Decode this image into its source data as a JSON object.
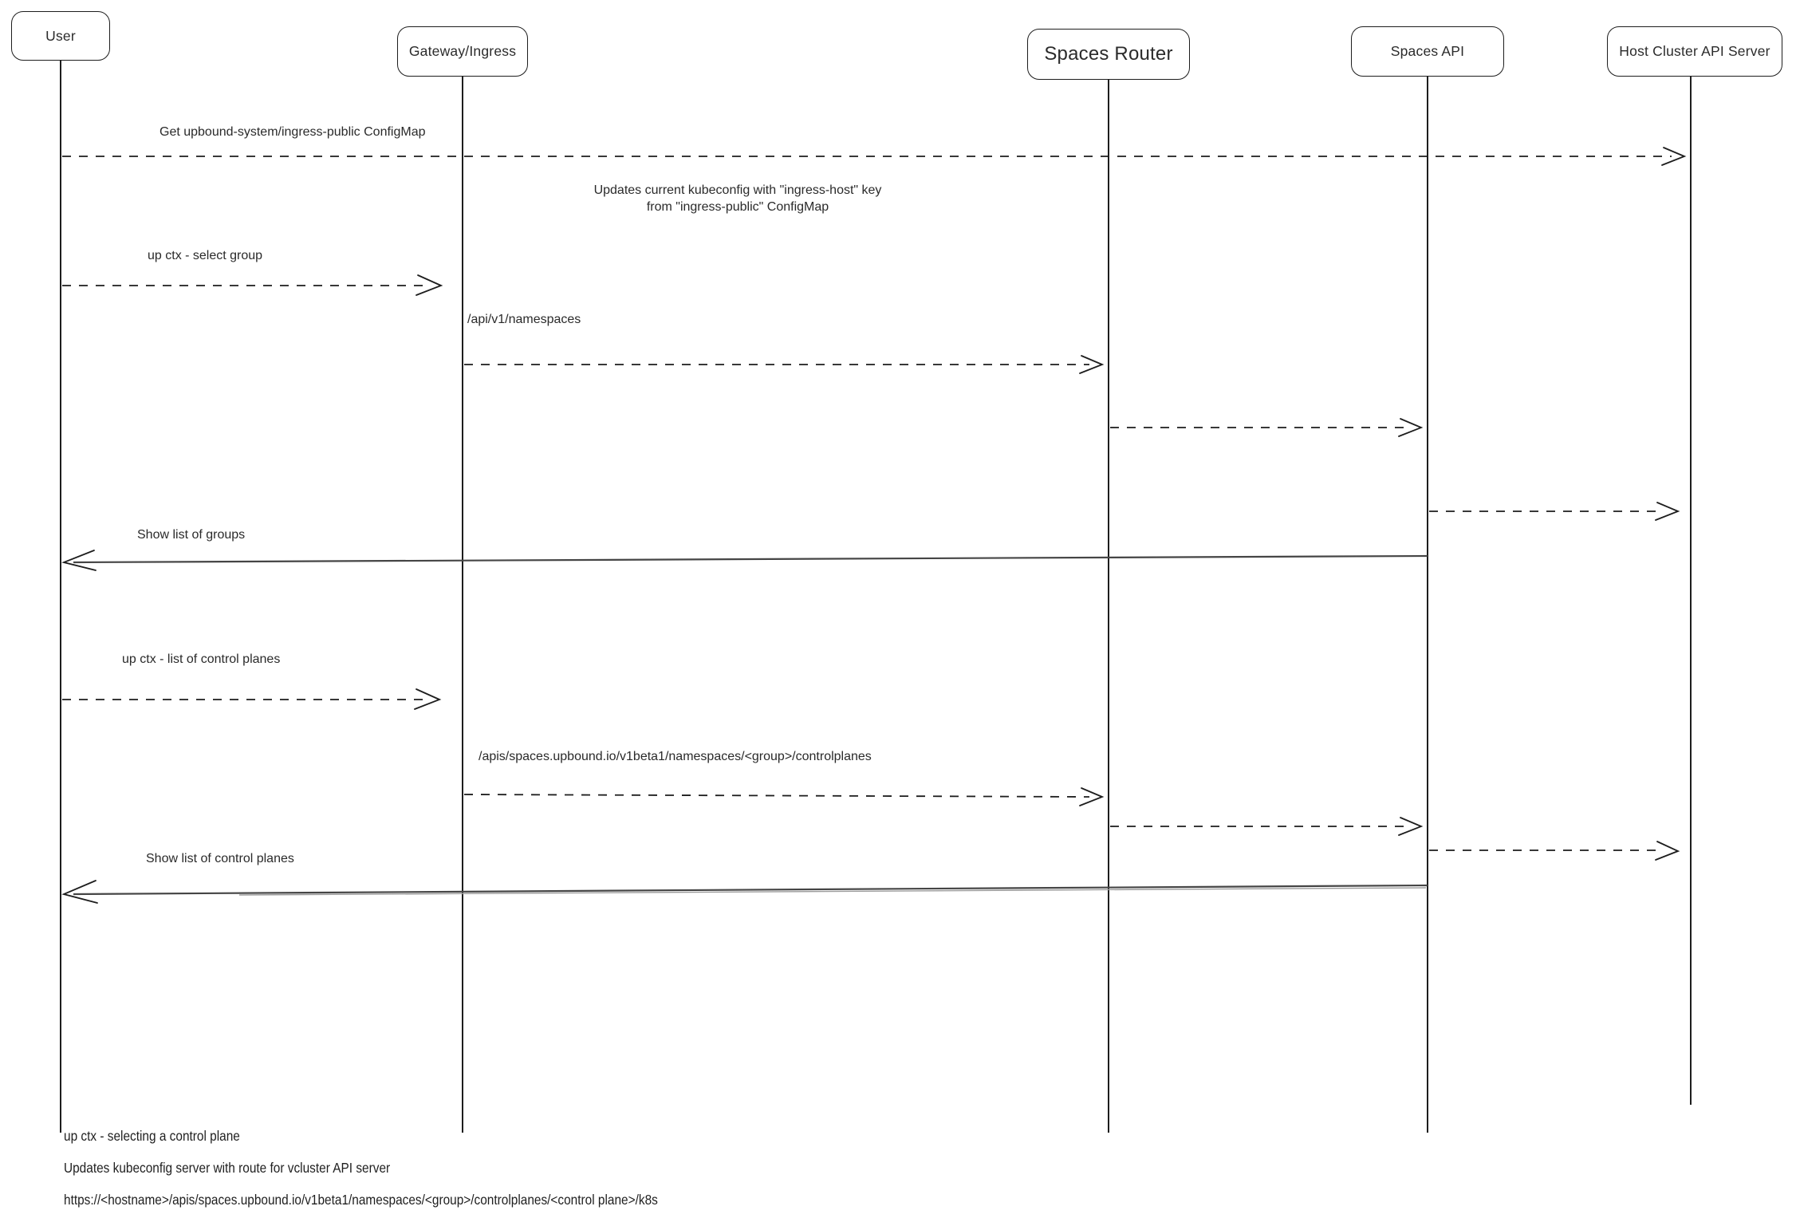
{
  "diagram": {
    "actors": [
      {
        "id": "user",
        "label": "User"
      },
      {
        "id": "gateway",
        "label": "Gateway/Ingress"
      },
      {
        "id": "spaces-router",
        "label": "Spaces Router"
      },
      {
        "id": "spaces-api",
        "label": "Spaces API"
      },
      {
        "id": "host-cluster",
        "label": "Host Cluster API Server"
      }
    ],
    "messages": [
      {
        "label": "Get upbound-system/ingress-public ConfigMap",
        "from": "user",
        "to": "host-cluster",
        "style": "dashed"
      },
      {
        "type": "note",
        "label": "Updates current kubeconfig with \"ingress-host\" key\nfrom \"ingress-public\" ConfigMap"
      },
      {
        "label": "up ctx - select group",
        "from": "user",
        "to": "gateway",
        "style": "dashed"
      },
      {
        "label": "/api/v1/namespaces",
        "from": "gateway",
        "to": "spaces-router",
        "style": "dashed"
      },
      {
        "label": "",
        "from": "spaces-router",
        "to": "spaces-api",
        "style": "dashed"
      },
      {
        "label": "",
        "from": "spaces-api",
        "to": "host-cluster",
        "style": "dashed"
      },
      {
        "label": "Show list of groups",
        "from": "spaces-api",
        "to": "user",
        "style": "solid"
      },
      {
        "label": "up ctx - list of control planes",
        "from": "user",
        "to": "gateway",
        "style": "dashed"
      },
      {
        "label": "/apis/spaces.upbound.io/v1beta1/namespaces/<group>/controlplanes",
        "from": "gateway",
        "to": "spaces-router",
        "style": "dashed"
      },
      {
        "label": "",
        "from": "spaces-router",
        "to": "spaces-api",
        "style": "dashed"
      },
      {
        "label": "",
        "from": "spaces-api",
        "to": "host-cluster",
        "style": "dashed"
      },
      {
        "label": "Show list of control planes",
        "from": "spaces-api",
        "to": "user",
        "style": "solid"
      }
    ],
    "footnotes": [
      "up ctx - selecting a control plane",
      "Updates kubeconfig server with route for vcluster API server",
      "https://<hostname>/apis/spaces.upbound.io/v1beta1/namespaces/<group>/controlplanes/<control plane>/k8s"
    ],
    "colors": {
      "stroke": "#1d1d1d",
      "background": "#ffffff"
    }
  }
}
